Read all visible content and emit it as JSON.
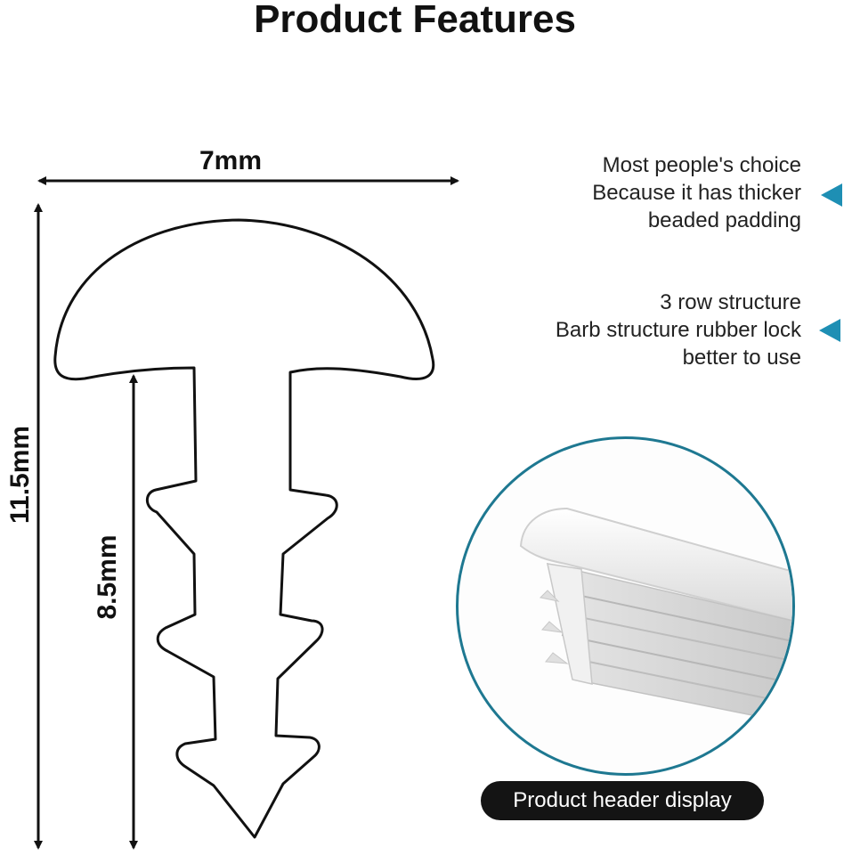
{
  "title": "Product Features",
  "dimensions": {
    "width": "7mm",
    "height": "11.5mm",
    "inner": "8.5mm"
  },
  "features": [
    {
      "lines": [
        "Most people's choice",
        "Because it has thicker",
        "beaded padding"
      ],
      "marker": "left-triangle-icon"
    },
    {
      "lines": [
        "3 row structure",
        "Barb structure rubber lock",
        "better to use"
      ],
      "marker": "left-triangle-icon"
    }
  ],
  "caption": "Product header display",
  "colors": {
    "accent": "#1e8fb4",
    "circle_border": "#1e7891",
    "caption_bg": "#141414"
  }
}
